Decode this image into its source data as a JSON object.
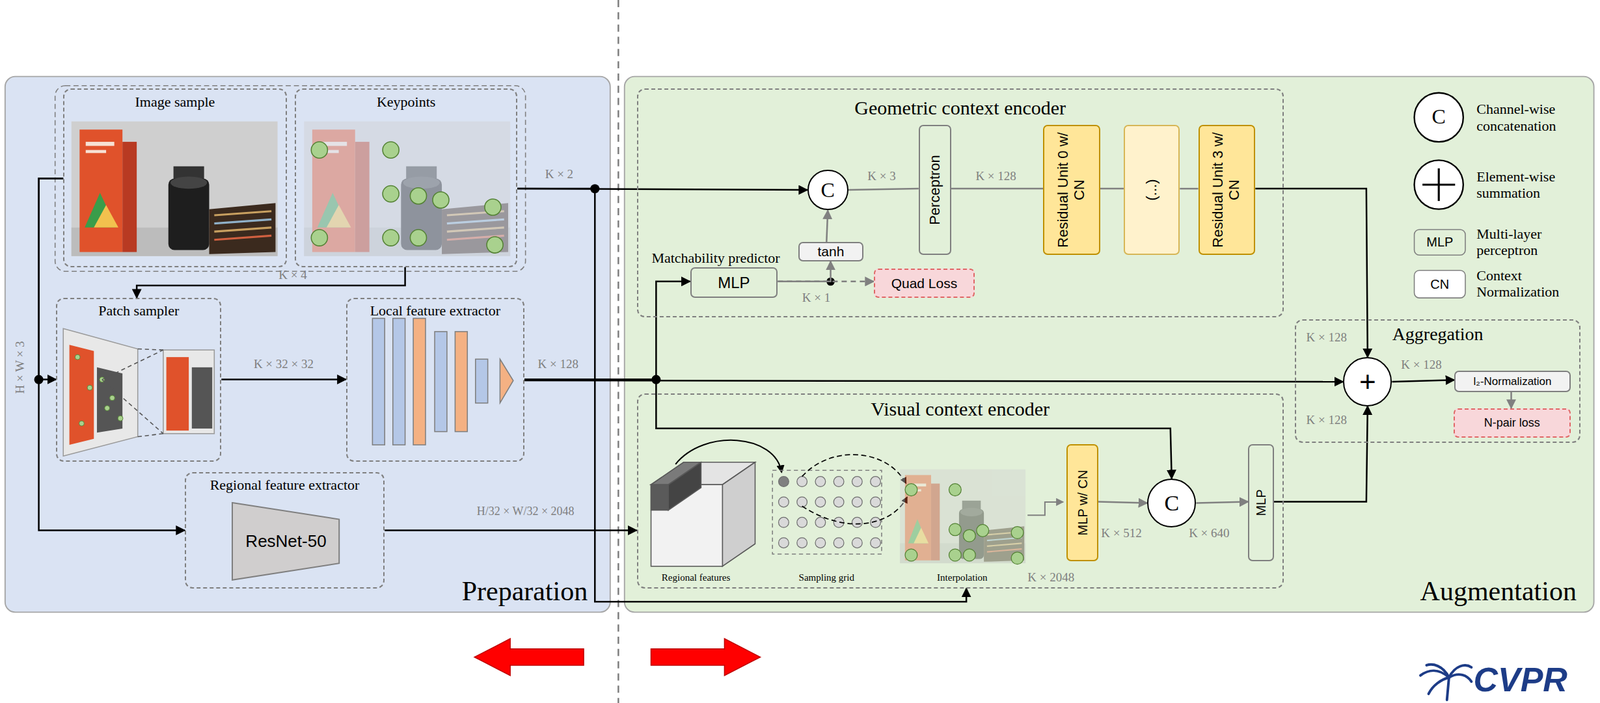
{
  "diagram": {
    "nodes": [
      {
        "text": [
          "Preparation"
        ]
      },
      {
        "text": [
          "Image sample"
        ],
        "in": 0
      },
      {
        "text": [
          "Keypoints"
        ],
        "in": 0
      },
      {
        "text": [
          "Patch sampler"
        ],
        "in": 0
      },
      {
        "text": [
          "Local feature extractor"
        ],
        "in": 0
      },
      {
        "text": [
          "Regional feature extractor"
        ],
        "in": 0
      },
      {
        "text": [
          "ResNet-50"
        ],
        "in": 5
      },
      {
        "text": [
          "Augmentation"
        ]
      },
      {
        "text": [
          "Geometric context encoder"
        ],
        "in": 7
      },
      {
        "text": [
          "C"
        ],
        "in": 8
      },
      {
        "text": [
          "Perceptron"
        ],
        "in": 8
      },
      {
        "text": [
          "Residual Unit 0 w/ CN"
        ],
        "in": 8
      },
      {
        "text": [
          "(...)"
        ],
        "in": 8
      },
      {
        "text": [
          "Residual Unit 3 w/ CN"
        ],
        "in": 8
      },
      {
        "text": [
          "Matchability predictor",
          "MLP"
        ],
        "in": 8
      },
      {
        "text": [
          "tanh"
        ],
        "in": 8
      },
      {
        "text": [
          "Quad Loss"
        ],
        "in": 8
      },
      {
        "text": [
          "Aggregation"
        ],
        "in": 7
      },
      {
        "text": [
          "+"
        ],
        "in": 17
      },
      {
        "text": [
          "l₂-Normalization"
        ],
        "in": 17
      },
      {
        "text": [
          "N-pair loss"
        ],
        "in": 17
      },
      {
        "text": [
          "Visual context encoder"
        ],
        "in": 7
      },
      {
        "text": [
          "MLP w/ CN"
        ],
        "in": 21
      },
      {
        "text": [
          "C"
        ],
        "in": 21
      },
      {
        "text": [
          "MLP"
        ],
        "in": 21
      }
    ],
    "edges": [
      {
        "from": 2,
        "to": 9,
        "arrow": "to",
        "label": "K × 2"
      },
      {
        "from": 2,
        "to": 3,
        "arrow": "to",
        "label": "K × 4"
      },
      {
        "from": 1,
        "to": 3,
        "arrow": "to",
        "label": "H × W × 3"
      },
      {
        "from": 1,
        "to": 5,
        "arrow": "to"
      },
      {
        "from": 3,
        "to": 4,
        "arrow": "to",
        "label": "K × 32 × 32"
      },
      {
        "from": 4,
        "to": 18,
        "arrow": "to",
        "label": "K × 128"
      },
      {
        "from": 4,
        "to": 14,
        "arrow": "to"
      },
      {
        "from": 4,
        "to": 23,
        "arrow": "to"
      },
      {
        "from": 2,
        "to": 21,
        "arrow": "to"
      },
      {
        "from": 5,
        "to": 21,
        "arrow": "to",
        "label": "H/32 × W/32 × 2048"
      },
      {
        "from": 14,
        "to": 15,
        "arrow": "to"
      },
      {
        "from": 14,
        "to": 16,
        "arrow": "to"
      },
      {
        "from": 15,
        "to": 9,
        "arrow": "to"
      },
      {
        "from": 9,
        "to": 10,
        "arrow": "none",
        "label": "K × 3"
      },
      {
        "from": 10,
        "to": 11,
        "arrow": "none",
        "label": "K × 128"
      },
      {
        "from": 11,
        "to": 12,
        "arrow": "none"
      },
      {
        "from": 12,
        "to": 13,
        "arrow": "none"
      },
      {
        "from": 13,
        "to": 18,
        "arrow": "to",
        "label": "K × 128"
      },
      {
        "from": 22,
        "to": 23,
        "arrow": "to",
        "label": "K × 512"
      },
      {
        "from": 23,
        "to": 24,
        "arrow": "to",
        "label": "K × 640"
      },
      {
        "from": 24,
        "to": 18,
        "arrow": "to",
        "label": "K × 128"
      },
      {
        "from": 18,
        "to": 19,
        "arrow": "to",
        "label": "K × 128"
      },
      {
        "from": 19,
        "to": 20,
        "arrow": "to"
      }
    ],
    "labels": [
      "K × 1",
      "K × 2048",
      "Regional features",
      "Sampling grid",
      "Interpolation",
      "C",
      "MLP",
      "CN",
      "CVPR"
    ],
    "legend": [
      {
        "text": "Channel-wise concatenation"
      },
      {
        "text": "Element-wise summation"
      },
      {
        "text": "Multi-layer perceptron"
      },
      {
        "text": "Context Normalization"
      }
    ]
  }
}
